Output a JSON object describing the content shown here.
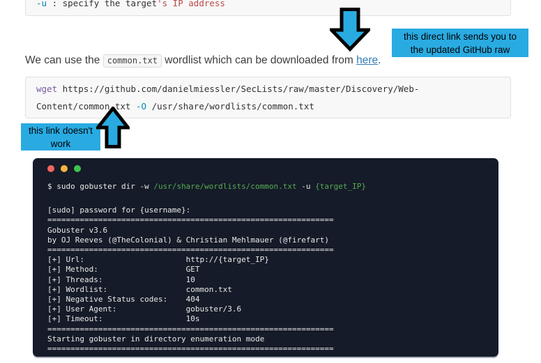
{
  "colors": {
    "body_text": "#3d3d3d",
    "link": "#337ab7",
    "annotation_bg": "#29abe2",
    "code_bg": "#f8f8f8",
    "code_border": "#e1e1e1",
    "code_text": "#333333",
    "code_purple": "#795da3",
    "code_blue": "#0086b3",
    "code_red": "#b94a48",
    "terminal_bg": "#151b28",
    "terminal_fg": "#e8e8e8",
    "terminal_green": "#55ab55"
  },
  "top_code": {
    "lines": [
      [
        {
          "t": "-u",
          "c": "blue"
        },
        {
          "t": " : specify the target",
          "c": "text"
        },
        {
          "t": "'s IP address",
          "c": "red"
        }
      ]
    ]
  },
  "annotations": {
    "github_raw": {
      "line1": "this direct link sends you to",
      "line2": "the updated GitHub raw"
    },
    "broken_link": {
      "line1": "this link doesn't",
      "line2": "work"
    }
  },
  "paragraph": {
    "before": "We can use the ",
    "code": "common.txt",
    "middle": " wordlist which can be downloaded from ",
    "link": "here",
    "after": "."
  },
  "wget_code": {
    "lines": [
      [
        {
          "t": "wget",
          "c": "purple"
        },
        {
          "t": " https://github.com/danielmiessler/SecLists/raw/master/Discovery/Web-",
          "c": "text"
        }
      ],
      [
        {
          "t": "Content/common.txt ",
          "c": "text"
        },
        {
          "t": "-O",
          "c": "blue"
        },
        {
          "t": " /usr/share/wordlists/common.txt",
          "c": "text"
        }
      ]
    ]
  },
  "terminal": {
    "dots": [
      "#f4645f",
      "#f5b53f",
      "#3ec24e"
    ],
    "command": [
      [
        {
          "t": "$ sudo gobuster dir -w ",
          "c": "fg"
        },
        {
          "t": "/usr/share/wordlists/common.txt",
          "c": "green"
        },
        {
          "t": " -u ",
          "c": "fg"
        },
        {
          "t": "{target_IP}",
          "c": "green"
        }
      ]
    ],
    "lines": [
      [
        {
          "t": "[sudo] password for {username}:",
          "c": "fg"
        }
      ],
      [
        {
          "t": "==============================================================",
          "c": "fg"
        }
      ],
      [
        {
          "t": "Gobuster v3.6",
          "c": "fg"
        }
      ],
      [
        {
          "t": "by OJ Reeves (@TheColonial) & Christian Mehlmauer (@firefart)",
          "c": "fg"
        }
      ],
      [
        {
          "t": "==============================================================",
          "c": "fg"
        }
      ],
      [
        {
          "t": "[+] Url:                      http://{target_IP}",
          "c": "fg"
        }
      ],
      [
        {
          "t": "[+] Method:                   GET",
          "c": "fg"
        }
      ],
      [
        {
          "t": "[+] Threads:                  10",
          "c": "fg"
        }
      ],
      [
        {
          "t": "[+] Wordlist:                 common.txt",
          "c": "fg"
        }
      ],
      [
        {
          "t": "[+] Negative Status codes:    404",
          "c": "fg"
        }
      ],
      [
        {
          "t": "[+] User Agent:               gobuster/3.6",
          "c": "fg"
        }
      ],
      [
        {
          "t": "[+] Timeout:                  10s",
          "c": "fg"
        }
      ],
      [
        {
          "t": "==============================================================",
          "c": "fg"
        }
      ],
      [
        {
          "t": "Starting gobuster in directory enumeration mode",
          "c": "fg"
        }
      ],
      [
        {
          "t": "==============================================================",
          "c": "fg"
        }
      ]
    ]
  }
}
